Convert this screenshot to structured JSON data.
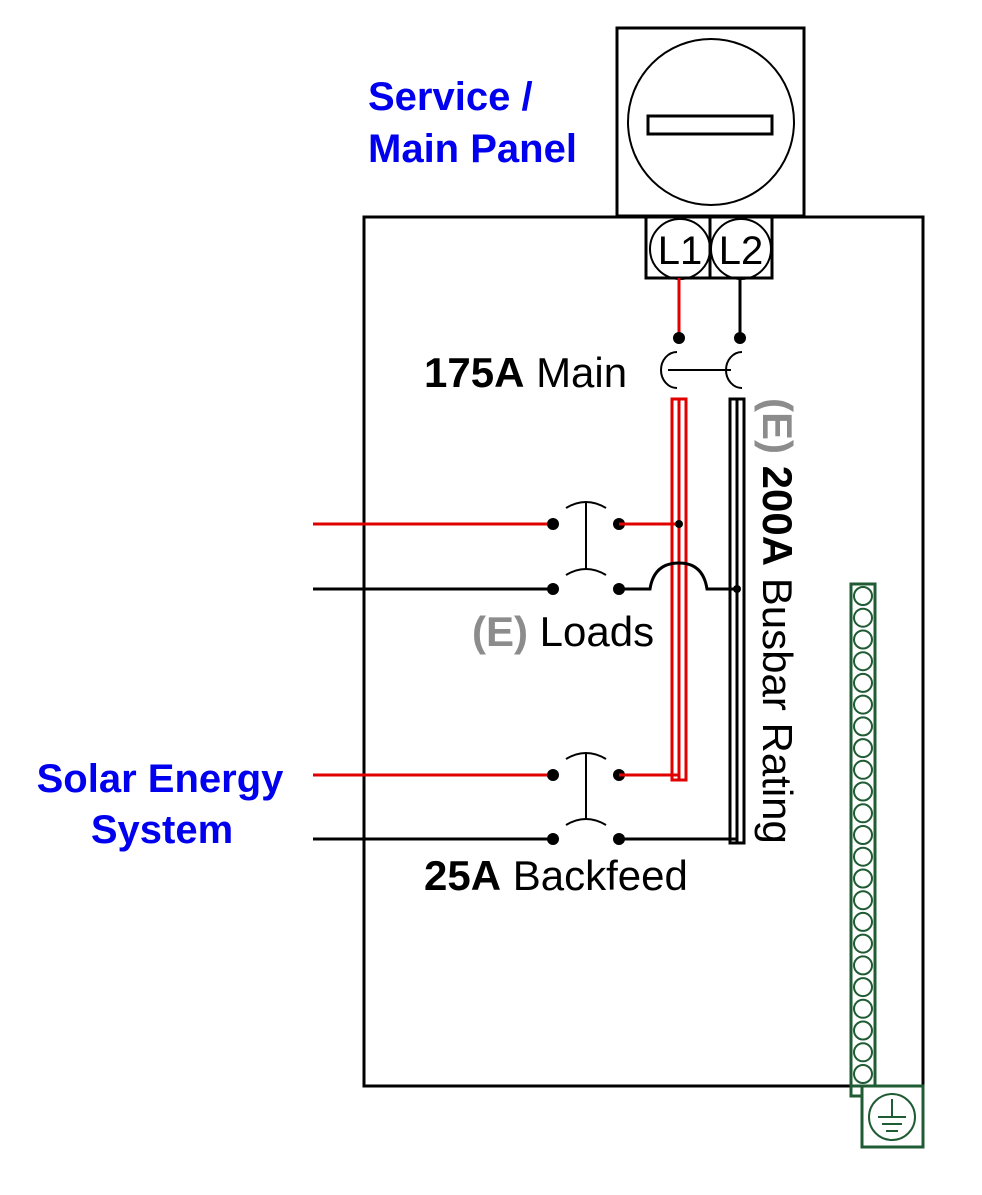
{
  "labels": {
    "service_line1": "Service /",
    "service_line2": "Main Panel",
    "solar_line1": "Solar Energy",
    "solar_line2": "System",
    "main_value": "175A",
    "main_text": " Main",
    "busbar_prefix": "(E)",
    "busbar_value": " 200A",
    "busbar_text": " Busbar Rating",
    "loads_prefix": "(E)",
    "loads_text": " Loads",
    "backfeed_value": "25A",
    "backfeed_text": " Backfeed"
  },
  "terminals": {
    "l1": "L1",
    "l2": "L2"
  },
  "colors": {
    "line1": "#e00000",
    "line2": "#000000",
    "ground": "#1f5c33",
    "label_blue": "#0000ee",
    "existing_grey": "#8c8c8c"
  },
  "ground_bar": {
    "terminal_count": 23
  }
}
